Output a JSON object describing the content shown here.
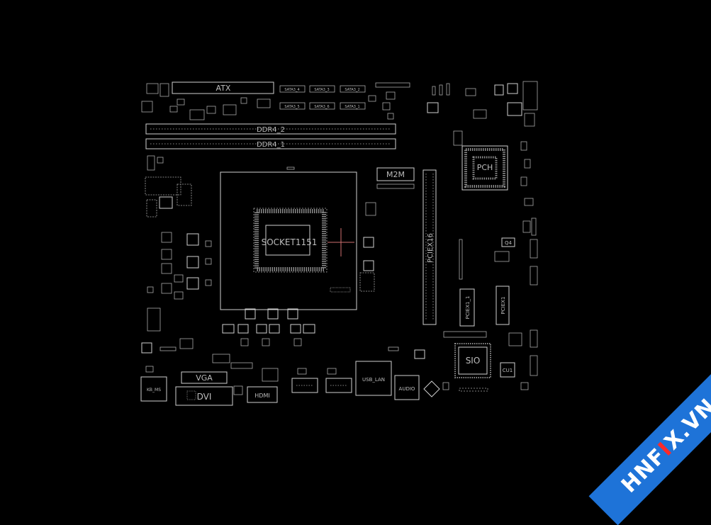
{
  "board": {
    "connectors": {
      "atx": "ATX",
      "ddr4_2": "DDR4_2",
      "ddr4_1": "DDR4_1",
      "m2m": "M2M",
      "pciex16": "PCIEX16",
      "pciex1_1": "PCIEX1_1",
      "pciex1_2": "PCIEX1",
      "vga": "VGA",
      "dvi": "DVI",
      "hdmi": "HDMI",
      "usb_lan": "USB_LAN",
      "audio": "AUDIO",
      "kb_ms": "KB_MS",
      "sata": [
        "SATA3_4",
        "SATA3_3",
        "SATA3_2",
        "SATA3_5",
        "SATA3_6",
        "SATA3_1"
      ]
    },
    "chips": {
      "cpu_socket": "SOCKET1151",
      "pch": "PCH",
      "sio": "SIO",
      "q4": "Q4",
      "cu1": "CU1"
    }
  },
  "watermark": {
    "prefix": "HNF",
    "x": "I",
    "suffix": "X.VN",
    "band_color": "#1e73d8",
    "accent_color": "#ff2a2a"
  }
}
